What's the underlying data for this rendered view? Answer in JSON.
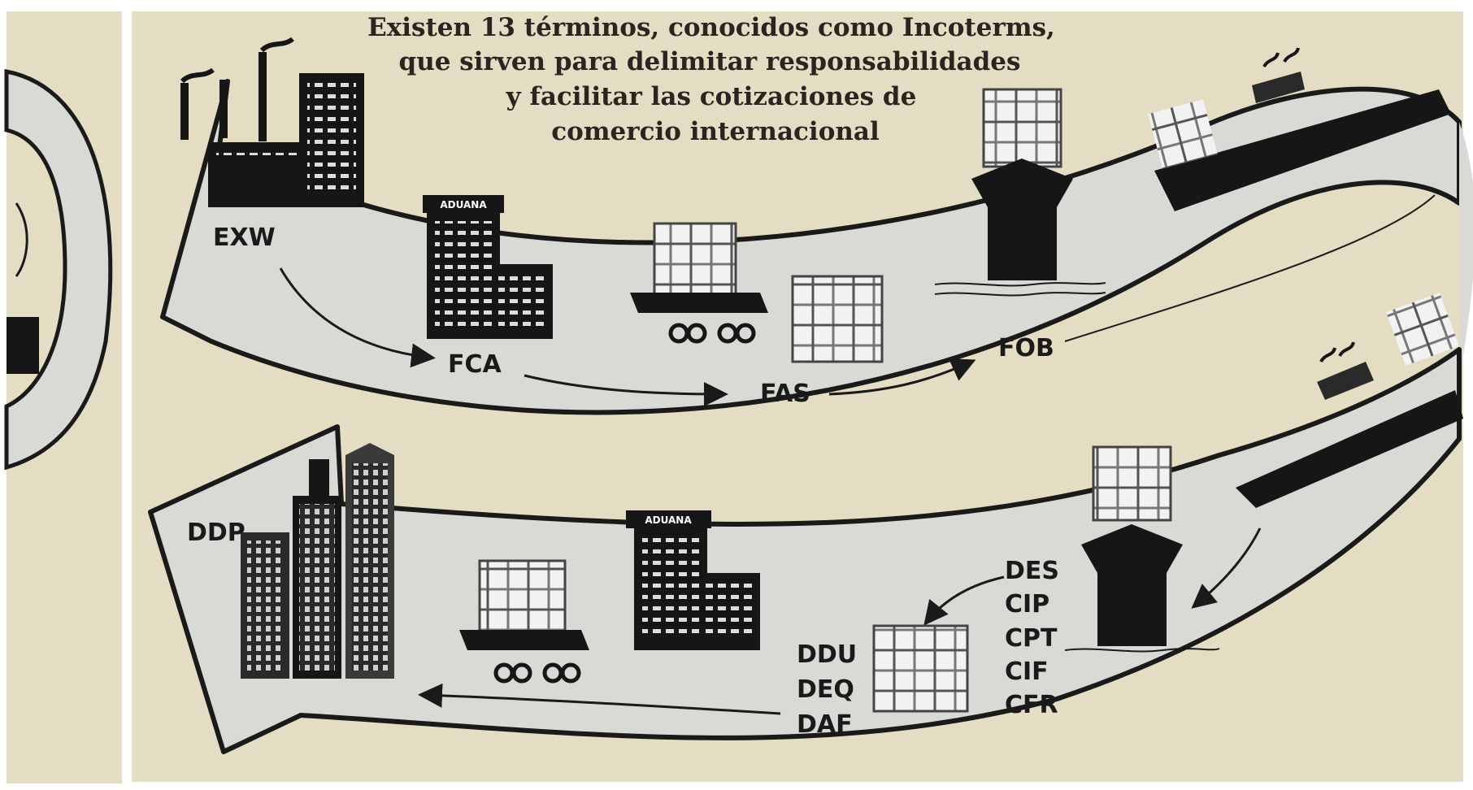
{
  "title_lines": [
    "Existen 13 términos, conocidos como Incoterms,",
    "que sirven para delimitar responsabilidades",
    "y facilitar las cotizaciones de",
    "comercio internacional"
  ],
  "customs_sign": "ADUANA",
  "terms": {
    "exw": "EXW",
    "fca": "FCA",
    "fas": "FAS",
    "fob": "FOB",
    "ddp": "DDP",
    "ddu": "DDU",
    "deq": "DEQ",
    "daf": "DAF",
    "des": "DES",
    "cip": "CIP",
    "cpt": "CPT",
    "cif": "CIF",
    "cfr": "CFR"
  },
  "colors": {
    "background": "#e4dcc3",
    "road": "#d9d9d6",
    "outline": "#1a1a1a",
    "building": "#161616"
  }
}
